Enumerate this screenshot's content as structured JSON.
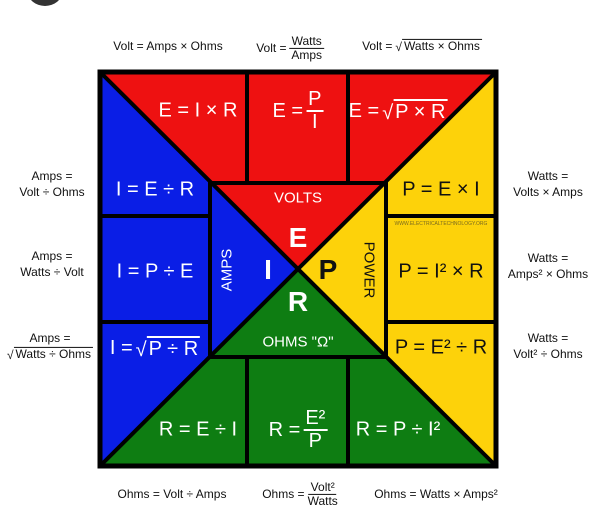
{
  "colors": {
    "volts": "#ee1111",
    "amps": "#0a1ee6",
    "power": "#fdd20a",
    "ohms": "#0e7d12",
    "border": "#000000"
  },
  "top_labels": [
    {
      "text": "Volt = Amps × Ohms"
    },
    {
      "lhs": "Volt =",
      "num": "Watts",
      "den": "Amps"
    },
    {
      "lhs": "Volt =",
      "radicand": "Watts × Ohms"
    }
  ],
  "bottom_labels": [
    {
      "text": "Ohms = Volt ÷ Amps"
    },
    {
      "lhs": "Ohms =",
      "num": "Volt²",
      "den": "Watts"
    },
    {
      "text": "Ohms = Watts × Amps²"
    }
  ],
  "left_labels": [
    {
      "line1": "Amps =",
      "line2": "Volt ÷ Ohms"
    },
    {
      "line1": "Amps =",
      "line2": "Watts ÷ Volt"
    },
    {
      "line1": "Amps =",
      "radicand": "Watts ÷ Ohms"
    }
  ],
  "right_labels": [
    {
      "line1": "Watts =",
      "line2": "Volts × Amps"
    },
    {
      "line1": "Watts =",
      "line2": "Amps² × Ohms"
    },
    {
      "line1": "Watts =",
      "line2": "Volt² ÷ Ohms"
    }
  ],
  "volts_cells": [
    {
      "text": "E = I × R"
    },
    {
      "lhs": "E =",
      "num": "P",
      "den": "I"
    },
    {
      "lhs": "E =",
      "radicand": "P × R"
    }
  ],
  "amps_cells": [
    {
      "text": "I = E ÷ R"
    },
    {
      "text": "I = P ÷ E"
    },
    {
      "lhs": "I =",
      "radicand": "P ÷ R"
    }
  ],
  "power_cells": [
    {
      "text": "P = E × I"
    },
    {
      "text": "P = I² × R"
    },
    {
      "text": "P = E² ÷ R"
    }
  ],
  "ohms_cells": [
    {
      "text": "R = E ÷ I"
    },
    {
      "lhs": "R =",
      "num": "E²",
      "den": "P"
    },
    {
      "text": "R = P ÷ I²"
    }
  ],
  "center": {
    "volts_label": "VOLTS",
    "amps_label": "AMPS",
    "power_label": "POWER",
    "ohms_label": "OHMS \"Ω\"",
    "e": "E",
    "i": "I",
    "p": "P",
    "r": "R"
  },
  "watermark": "WWW.ELECTRICALTECHNOLOGY.ORG"
}
